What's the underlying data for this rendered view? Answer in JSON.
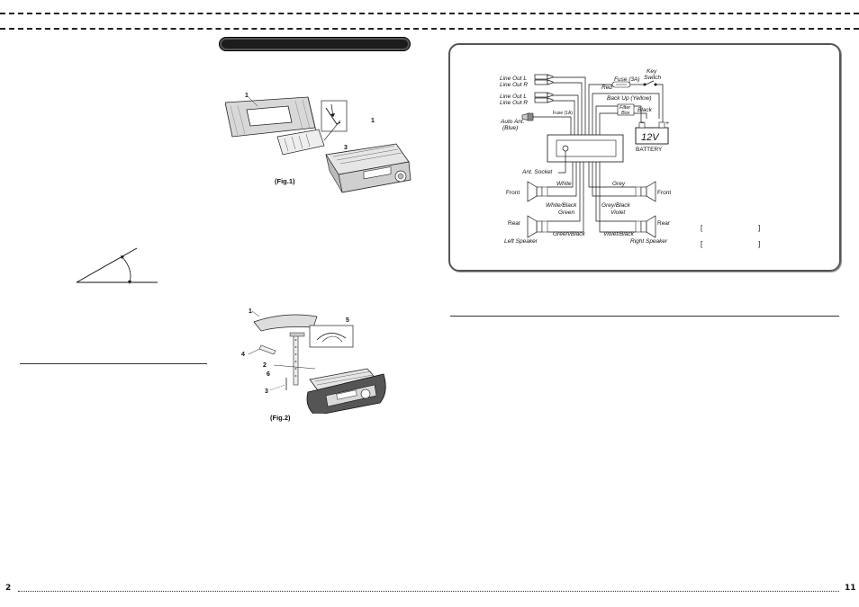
{
  "page": {
    "left_number": "2",
    "right_number": "11"
  },
  "fig1": {
    "caption": "(Fig.1)",
    "callouts": [
      "1",
      "1",
      "3"
    ]
  },
  "fig2": {
    "caption": "(Fig.2)",
    "callouts": [
      "1",
      "5",
      "4",
      "2",
      "6",
      "3"
    ]
  },
  "wiring": {
    "line_out_l_1": "Line Out L",
    "line_out_r_1": "Line Out R",
    "line_out_l_2": "Line Out L",
    "line_out_r_2": "Line Out R",
    "auto_ant": "Auto Ant.",
    "auto_ant_color": "(Blue)",
    "fuse_1a": "Fuse (1A)",
    "fuse_3a": "Fuse (3A)",
    "red": "Red",
    "key_switch_1": "Key",
    "key_switch_2": "Switch",
    "back_up": "Back Up (Yellow)",
    "filter_box_1": "Filter",
    "filter_box_2": "Box",
    "black": "Black",
    "battery_voltage": "12V",
    "battery": "BATTERY",
    "minus": "−",
    "plus": "+",
    "ant_socket": "Ant. Socket",
    "white": "White",
    "white_black": "White/Black",
    "green": "Green",
    "green_black": "Green/Black",
    "grey": "Grey",
    "grey_black": "Grey/Black",
    "violet": "Violet",
    "violet_black": "Violet/Black",
    "front_left": "Front",
    "rear_left": "Rear",
    "front_right": "Front",
    "rear_right": "Rear",
    "left_speaker": "Left Speaker",
    "right_speaker": "Right Speaker",
    "bracket_1_open": "[",
    "bracket_1_close": "]",
    "bracket_2_open": "[",
    "bracket_2_close": "]"
  }
}
